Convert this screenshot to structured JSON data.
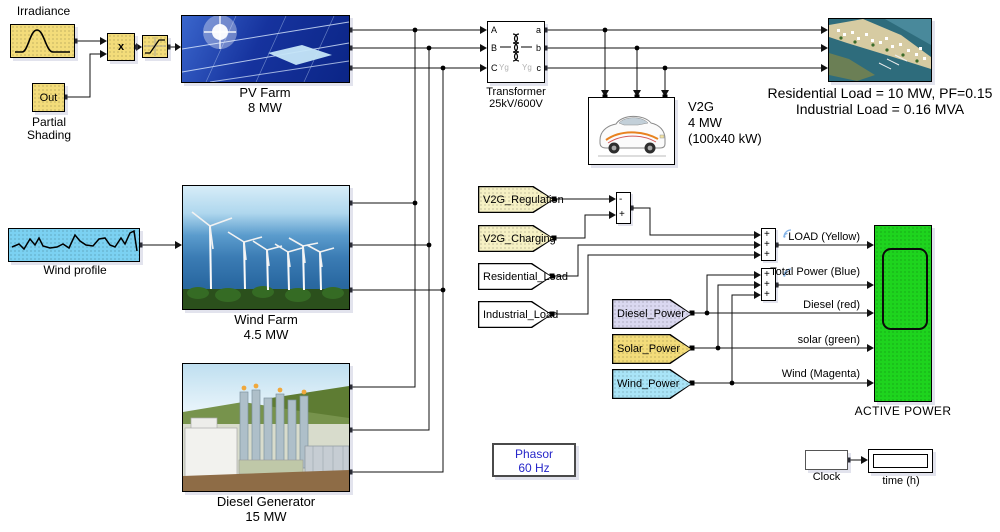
{
  "blocks": {
    "irradiance": {
      "label": "Irradiance"
    },
    "product": {
      "symbol": "x"
    },
    "partial_shading": {
      "port": "Out",
      "label_line1": "Partial",
      "label_line2": "Shading"
    },
    "pv_farm": {
      "label_line1": "PV Farm",
      "label_line2": "8 MW"
    },
    "transformer": {
      "label_line1": "Transformer",
      "label_line2": "25kV/600V",
      "port_A": "A",
      "port_B": "B",
      "port_C": "C",
      "port_a": "a",
      "port_b": "b",
      "port_c": "c",
      "winding_left": "Yg",
      "winding_right": "Yg"
    },
    "residential_load": {
      "label_line1": "Residential Load = 10 MW, PF=0.15",
      "label_line2": "Industrial Load = 0.16 MVA"
    },
    "v2g": {
      "label_line1": "V2G",
      "label_line2": "4 MW",
      "label_line3": "(100x40 kW)"
    },
    "wind_profile": {
      "label": "Wind profile"
    },
    "wind_farm": {
      "label_line1": "Wind Farm",
      "label_line2": "4.5 MW"
    },
    "diesel_generator": {
      "label_line1": "Diesel Generator",
      "label_line2": "15 MW"
    },
    "scope": {
      "label": "ACTIVE POWER"
    },
    "powergui": {
      "line1": "Phasor",
      "line2": "60 Hz"
    },
    "clock": {
      "label": "Clock"
    },
    "time_display": {
      "label": "time (h)"
    },
    "sum_v2g": {
      "sign1": "-",
      "sign2": "+"
    },
    "sum_load": {
      "sign1": "+",
      "sign2": "+",
      "sign3": "+"
    },
    "sum_generation": {
      "sign1": "+",
      "sign2": "+",
      "sign3": "+"
    }
  },
  "goto_tags": [
    {
      "label": "V2G_Regulation"
    },
    {
      "label": "V2G_Charging"
    },
    {
      "label": "Residential_Load"
    },
    {
      "label": "Industrial_Load"
    }
  ],
  "from_tags": [
    {
      "label": "Diesel_Power"
    },
    {
      "label": "Solar_Power"
    },
    {
      "label": "Wind_Power"
    }
  ],
  "signal_labels": [
    {
      "text": "LOAD (Yellow)"
    },
    {
      "text": "Total Power (Blue)"
    },
    {
      "text": "Diesel (red)"
    },
    {
      "text": "solar (green)"
    },
    {
      "text": "Wind (Magenta)"
    }
  ],
  "colors": {
    "source_yellow": "#F3DC7A",
    "light_blue": "#7BD1F2",
    "pale_tag_yellow": "#F6F1C4",
    "lavender_tag": "#DAD8F0",
    "blue_tag": "#A9E4F7",
    "scope_green": "#1ED41E",
    "powergui_text": "#2626C9",
    "wire": "#000000",
    "background": "#FFFFFF"
  }
}
